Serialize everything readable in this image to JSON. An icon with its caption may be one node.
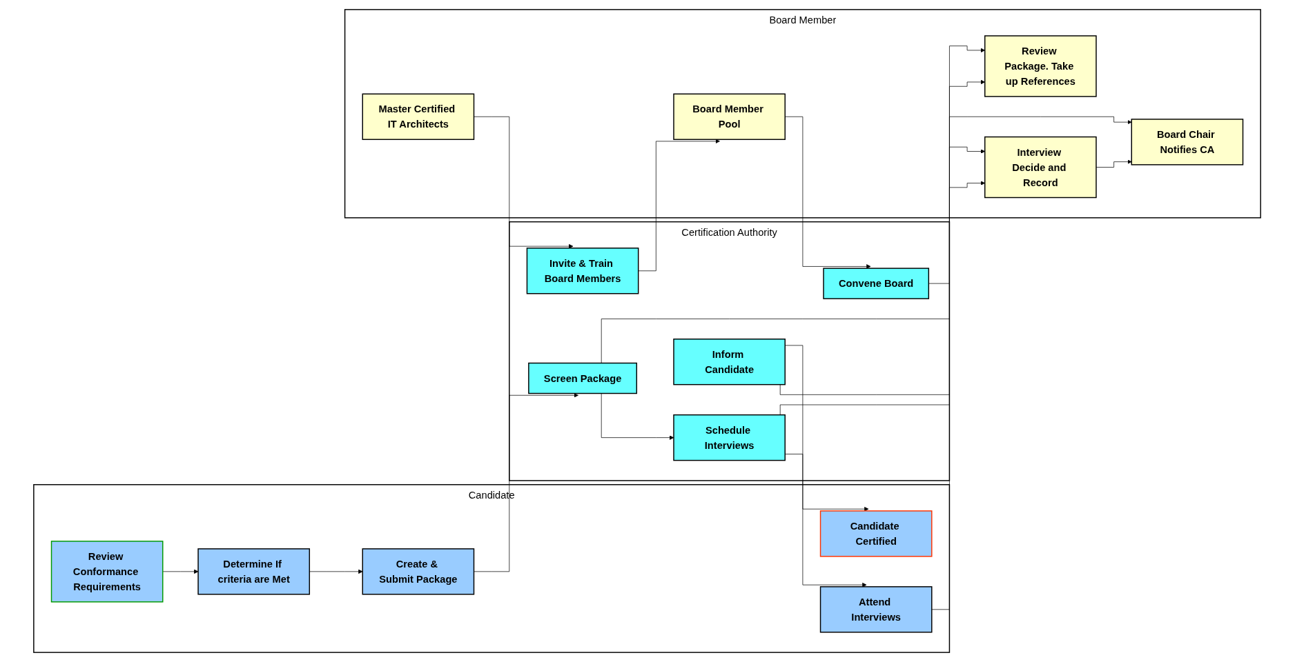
{
  "diagram": {
    "nodes": [
      {
        "text": [
          "Candidate"
        ]
      },
      {
        "text": [
          "Review Conformance Requirements"
        ],
        "in": 0
      },
      {
        "text": [
          "Determine If criteria are Met"
        ],
        "in": 0
      },
      {
        "text": [
          "Create & Submit Package"
        ],
        "in": 0
      },
      {
        "text": [
          "Attend Interviews"
        ],
        "in": 0
      },
      {
        "text": [
          "Candidate Certified"
        ],
        "in": 0
      },
      {
        "text": [
          "Certification Authority"
        ]
      },
      {
        "text": [
          "Invite & Train Board Members"
        ],
        "in": 6
      },
      {
        "text": [
          "Convene Board"
        ],
        "in": 6
      },
      {
        "text": [
          "Screen Package"
        ],
        "in": 6
      },
      {
        "text": [
          "Schedule Interviews"
        ],
        "in": 6
      },
      {
        "text": [
          "Inform Candidate"
        ],
        "in": 6
      },
      {
        "text": [
          "Board Member"
        ]
      },
      {
        "text": [
          "Master Certified IT Architects"
        ],
        "in": 12
      },
      {
        "text": [
          "Board Member Pool"
        ],
        "in": 12
      },
      {
        "text": [
          "Review Package. Take up References"
        ],
        "in": 12
      },
      {
        "text": [
          "Interview Decide and Record"
        ],
        "in": 12
      },
      {
        "text": [
          "Board Chair Notifies CA"
        ],
        "in": 12
      }
    ],
    "edges": [
      {
        "from": 1,
        "to": 2,
        "arrow": "to"
      },
      {
        "from": 2,
        "to": 3,
        "arrow": "to"
      },
      {
        "from": 3,
        "to": 9,
        "arrow": "to"
      },
      {
        "from": 9,
        "to": 10,
        "arrow": "to"
      },
      {
        "from": 10,
        "to": 4,
        "arrow": "to"
      },
      {
        "from": 4,
        "to": 16,
        "arrow": "to"
      },
      {
        "from": 13,
        "to": 7,
        "arrow": "to"
      },
      {
        "from": 7,
        "to": 14,
        "arrow": "to"
      },
      {
        "from": 14,
        "to": 8,
        "arrow": "to"
      },
      {
        "from": 8,
        "to": 15,
        "arrow": "to"
      },
      {
        "from": 9,
        "to": 15,
        "arrow": "to"
      },
      {
        "from": 10,
        "to": 16,
        "arrow": "to"
      },
      {
        "from": 16,
        "to": 17,
        "arrow": "to"
      },
      {
        "from": 11,
        "to": 17,
        "arrow": "to"
      },
      {
        "from": 11,
        "to": 5,
        "arrow": "to"
      }
    ]
  }
}
